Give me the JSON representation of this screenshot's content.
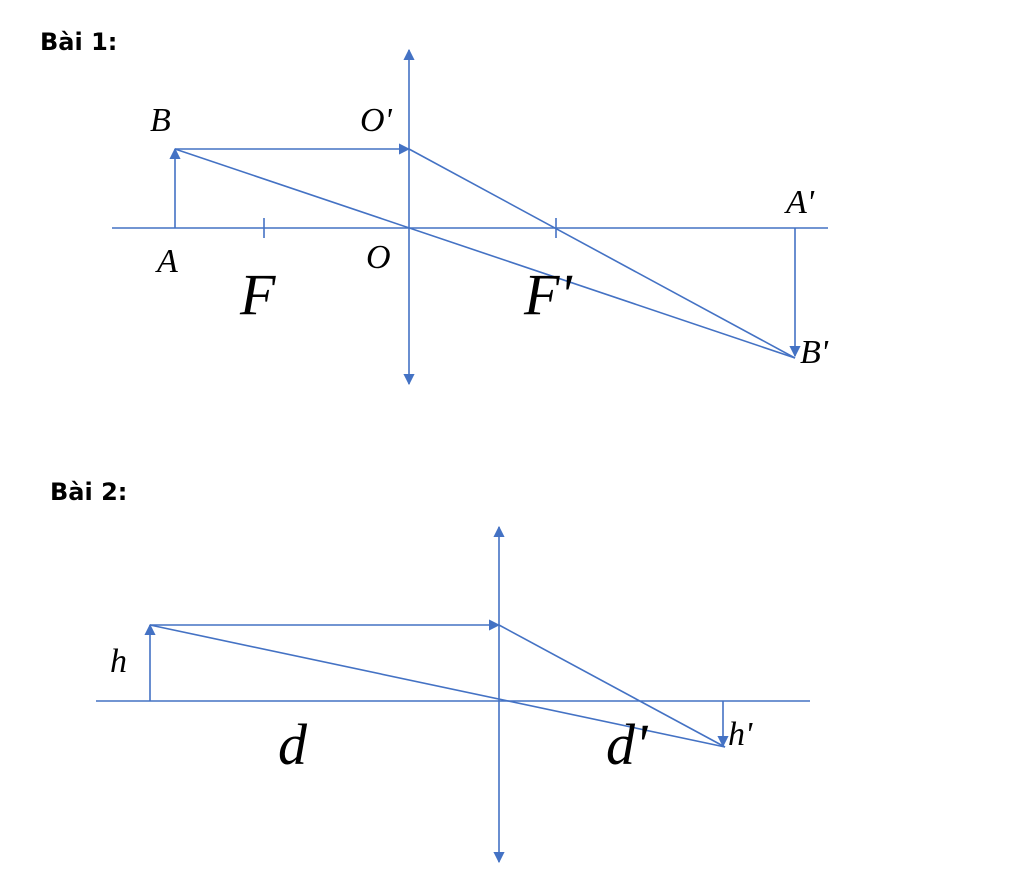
{
  "diagram1": {
    "heading": "Bài 1:",
    "labels": {
      "B": "B",
      "O_prime": "O'",
      "A_prime": "A'",
      "A": "A",
      "O": "O",
      "F": "F",
      "F_prime": "F'",
      "B_prime": "B'"
    }
  },
  "diagram2": {
    "heading": "Bài 2:",
    "labels": {
      "h": "h",
      "d": "d",
      "d_prime": "d'",
      "h_prime": "h'"
    }
  },
  "colors": {
    "ray": "#4472c4",
    "text": "#000000"
  }
}
